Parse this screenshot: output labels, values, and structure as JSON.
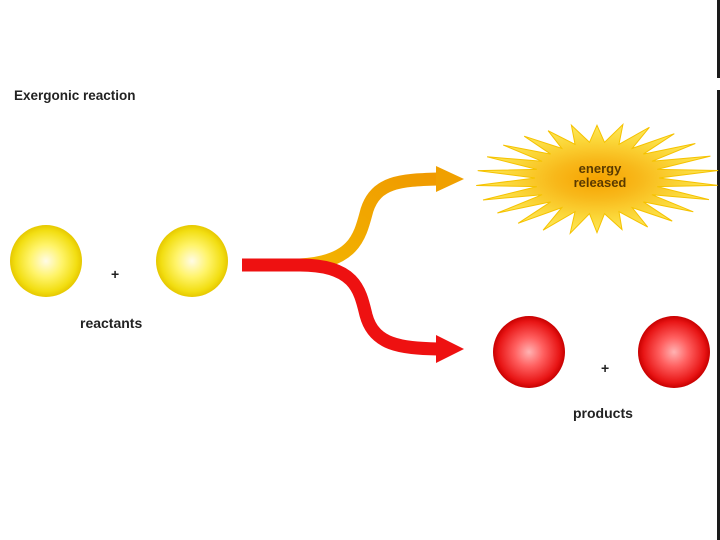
{
  "diagram": {
    "title": "Exergonic reaction",
    "reactants": {
      "label": "reactants",
      "plus": "+",
      "color": "#f5e21a"
    },
    "products": {
      "label": "products",
      "plus": "+",
      "color": "#e91515"
    },
    "energy": {
      "line1": "energy",
      "line2": "released",
      "color": "#f5a800"
    },
    "arrows": {
      "energy_arrow_color": "#f0a500",
      "product_arrow_color": "#ee1111"
    }
  }
}
